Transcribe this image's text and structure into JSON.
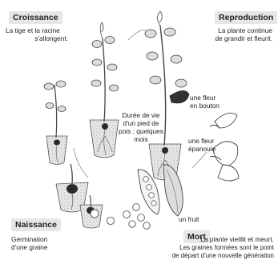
{
  "stages": {
    "croissance": {
      "title": "Croissance",
      "text_line1": "La tige et la racine",
      "text_line2": "s'allongent."
    },
    "reproduction": {
      "title": "Reproduction",
      "text_line1": "La plante continue",
      "text_line2": "de grandir et fleurit."
    },
    "naissance": {
      "title": "Naissance",
      "text_line1": "Germination",
      "text_line2": "d'une graine"
    },
    "mort": {
      "title": "Mort",
      "text_line1": "La plante vieillit et meurt.",
      "text_line2": "Les graines formées sont le point",
      "text_line3": "de départ d'une nouvelle génération"
    }
  },
  "center": {
    "line1": "Durée de vie",
    "line2": "d'un pied de",
    "line3": "pois : quelques",
    "line4": "mois"
  },
  "annotations": {
    "fleur_bouton_1": "une fleur",
    "fleur_bouton_2": "en bouton",
    "fleur_epanouie_1": "une fleur",
    "fleur_epanouie_2": "épanouie",
    "fruit": "un fruit"
  },
  "colors": {
    "title_bg": "#e6e6e6",
    "ink": "#222222",
    "soil": "#d9d9d9"
  }
}
